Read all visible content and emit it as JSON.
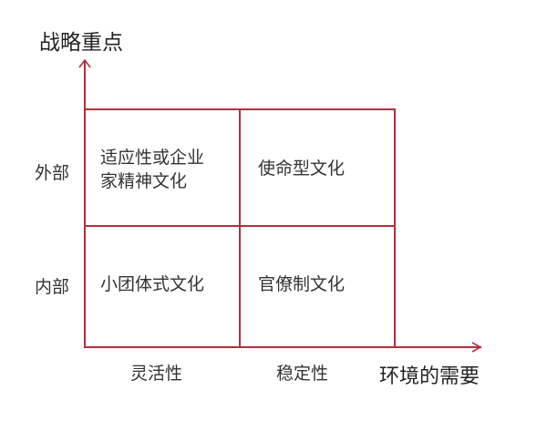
{
  "diagram": {
    "type": "2x2 matrix",
    "line_color": "#b0303f",
    "y_axis": {
      "title": "战略重点",
      "labels": [
        "外部",
        "内部"
      ]
    },
    "x_axis": {
      "title": "环境的需要",
      "labels": [
        "灵活性",
        "稳定性"
      ]
    },
    "cells": {
      "top_left": "适应性或企业家精神文化",
      "top_left_line1": "适应性或企业",
      "top_left_line2": "家精神文化",
      "top_right": "使命型文化",
      "bottom_left": "小团体式文化",
      "bottom_right": "官僚制文化"
    }
  }
}
